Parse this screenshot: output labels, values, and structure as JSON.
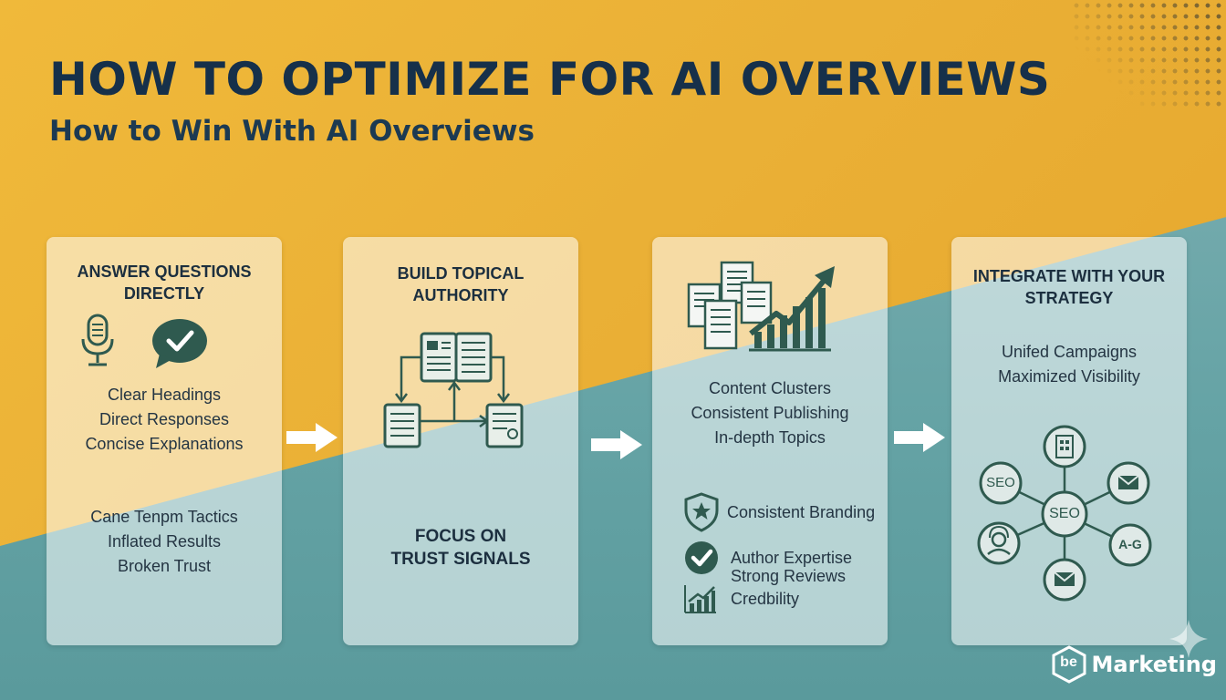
{
  "header": {
    "title": "HOW TO OPTIMIZE FOR AI OVERVIEWS",
    "subtitle": "How to Win With AI Overviews"
  },
  "cards": [
    {
      "title_line1": "ANSWER QUESTIONS",
      "title_line2": "DIRECTLY",
      "lines": [
        "Clear Headings",
        "Direct Responses",
        "Concise Explanations"
      ],
      "lines2": [
        "Cane Tenpm Tactics",
        "Inflated Results",
        "Broken Trust"
      ],
      "icons": [
        "microphone-icon",
        "chat-check-icon"
      ]
    },
    {
      "title_line1": "BUILD TOPICAL",
      "title_line2": "AUTHORITY",
      "focus_line1": "FOCUS ON",
      "focus_line2": "TRUST SIGNALS",
      "icons": [
        "document-hierarchy-icon"
      ]
    },
    {
      "lines": [
        "Content Clusters",
        "Consistent Publishing",
        "In-depth Topics"
      ],
      "trust": [
        {
          "icon": "shield-star-icon",
          "text": "Consistent Branding"
        },
        {
          "icon": "check-circle-icon",
          "text": "Author Expertise"
        },
        {
          "icon": "",
          "text": "Strong Reviews"
        },
        {
          "icon": "growth-chart-icon",
          "text": "Credbility"
        }
      ],
      "icons": [
        "documents-growth-icon"
      ]
    },
    {
      "title_line1": "INTEGRATE WITH YOUR",
      "title_line2": "STRATEGY",
      "lines": [
        "Unifed Campaigns",
        "Maximized Visibility"
      ],
      "hub_label": "SEO",
      "node_labels": [
        "SEO",
        "A-G"
      ],
      "icons": [
        "seo-network-icon"
      ]
    }
  ],
  "brand": {
    "logo_text": "be",
    "name": "Marketing"
  },
  "colors": {
    "yellow": "#eab036",
    "teal": "#65a3a5",
    "navy": "#16304a",
    "icon_green": "#2f5a4f"
  }
}
